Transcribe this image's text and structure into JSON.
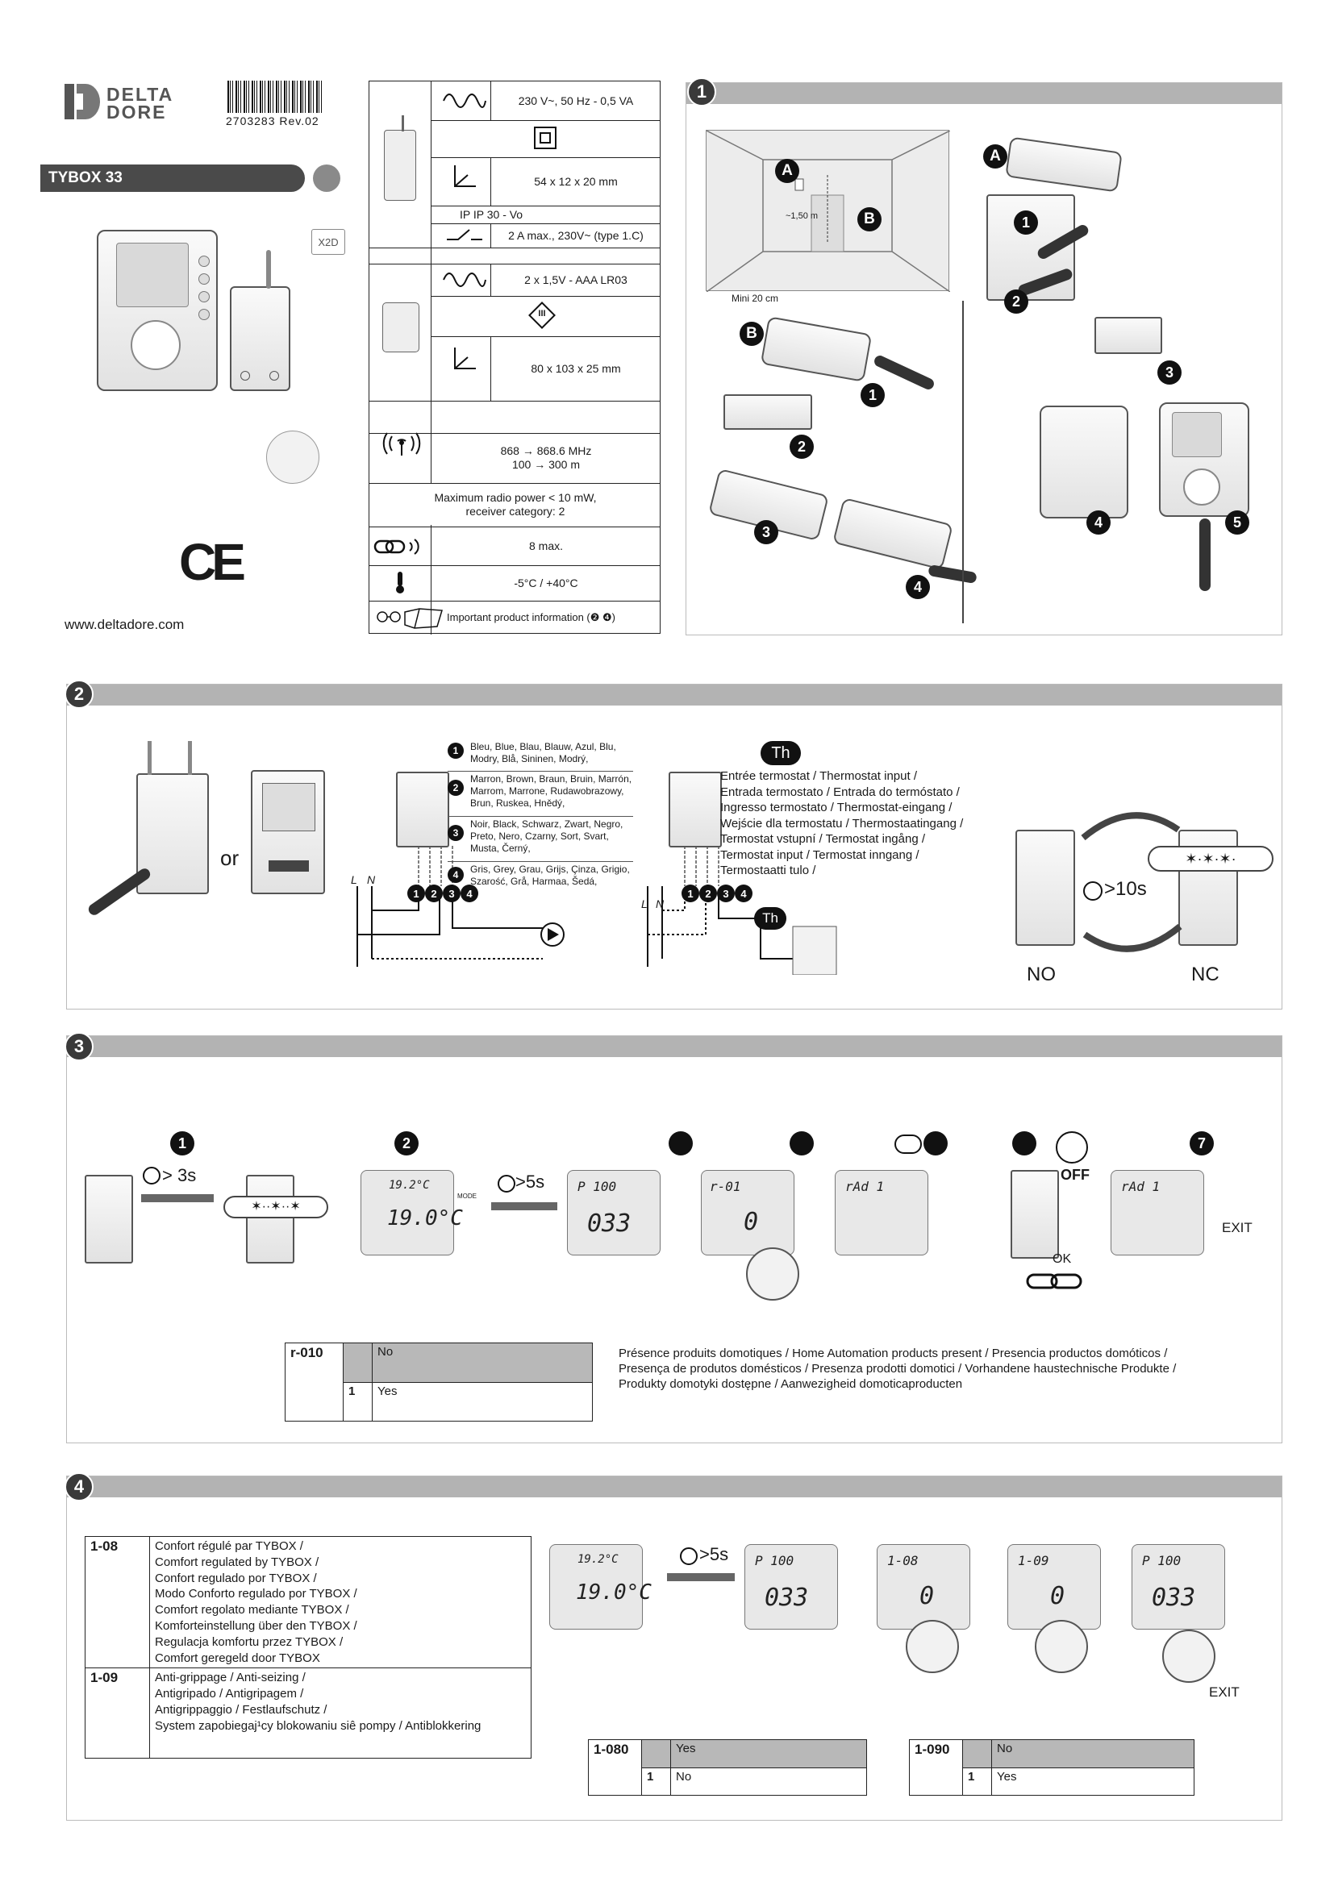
{
  "header": {
    "brand_line1": "DELTA",
    "brand_line2": "DORE",
    "barcode_text": "2703283 Rev.02",
    "product_title": "TYBOX 33",
    "x2d_label": "X2D",
    "ce_mark": "CE",
    "website": "www.deltadore.com"
  },
  "spec_table": {
    "receiver_power": "230 V~, 50 Hz - 0,5 VA",
    "receiver_dimensions": "54 x 12 x 20 mm",
    "receiver_ip": "IP IP 30 - Vo",
    "receiver_contact": "2 A max., 230V~ (type 1.C)",
    "thermostat_power": "2 x 1,5V - AAA LR03",
    "thermostat_class": "III",
    "thermostat_dimensions": "80 x 103 x 25 mm",
    "frequency": "868 → 868.6 MHz\n100 → 300 m",
    "radio_power": "Maximum radio power < 10 mW,\nreceiver category: 2",
    "associations": "8 max.",
    "temperature_range": "-5°C / +40°C",
    "important_info": "Important product information (❷ ❹)"
  },
  "section1": {
    "number": "1",
    "height_label": "~1,50 m",
    "min_distance": "Mini 20 cm",
    "label_a": "A",
    "label_b": "B",
    "steps": [
      "1",
      "2",
      "3",
      "4",
      "5"
    ]
  },
  "section2": {
    "number": "2",
    "or_label": "or",
    "wire_colors": [
      {
        "num": "1",
        "text": "Bleu, Blue, Blau, Blauw, Azul, Blu,\nModry, Blå, Sininen, Modrý,"
      },
      {
        "num": "2",
        "text": "Marron, Brown, Braun, Bruin, Marrón,\nMarrom, Marrone, Rudawobrazowy,\nBrun, Ruskea, Hnědý,"
      },
      {
        "num": "3",
        "text": "Noir, Black, Schwarz, Zwart, Negro,\nPreto, Nero, Czarny, Sort, Svart,\nMusta, Černý,"
      },
      {
        "num": "4",
        "text": "Gris, Grey, Grau, Grijs, Çinza, Grigio,\nSzarość, Grå, Harmaa, Šedá,"
      }
    ],
    "terminal_labels": [
      "1",
      "2",
      "3",
      "4"
    ],
    "line_l": "L",
    "line_n": "N",
    "th_label": "Th",
    "th_text": "Entrée termostat / Thermostat input /\nEntrada termostato / Entrada do termóstato /\nIngresso termostato / Thermostat-eingang /\nWejście dla termostatu / Thermostaatingang /\nTermostat vstupní / Termostat ingång /\nTermostat input / Termostat inngang /\nTermostaatti tulo /",
    "timer_label": ">10s",
    "no_label": "NO",
    "nc_label": "NC"
  },
  "section3": {
    "number": "3",
    "step1": "1",
    "step1_timer": "> 3s",
    "step2": "2",
    "step2_timer": ">5s",
    "lcd_temp_small": "19.2°C",
    "lcd_temp_big": "19.0°C",
    "lcd_p100": "P 100",
    "lcd_033": "033",
    "lcd_r01": "r-01",
    "lcd_rad": "rAd 1",
    "lcd_rad2": "rAd 1",
    "lcd_zero": "0",
    "mode_label": "MODE",
    "ok_label": "OK",
    "off_label": "OFF",
    "exit_label": "EXIT",
    "step7": "7",
    "table": {
      "code": "r-010",
      "row1_value": "",
      "row1_text": "No",
      "row2_value": "1",
      "row2_text": "Yes"
    },
    "presence_text": "Présence produits domotiques / Home Automation products present / Presencia productos domóticos /\nPresença de produtos domésticos / Presenza prodotti domotici / Vorhandene haustechnische Produkte /\nProdukty domotyki dostępne / Aanwezigheid domoticaproducten"
  },
  "section4": {
    "number": "4",
    "params": [
      {
        "code": "1-08",
        "text": "Confort régulé par TYBOX /\nComfort regulated by TYBOX /\nConfort regulado por TYBOX /\nModo Conforto regulado por TYBOX /\nComfort regolato mediante TYBOX /\nKomforteinstellung über den TYBOX /\nRegulacja komfortu przez TYBOX /\nComfort geregeld door TYBOX"
      },
      {
        "code": "1-09",
        "text": "Anti-grippage / Anti-seizing /\nAntigripado / Antigripagem /\nAntigrippaggio / Festlaufschutz /\nSystem zapobiegaj¹cy blokowaniu siê pompy / Antiblokkering"
      }
    ],
    "timer": ">5s",
    "lcd_temp_small": "19.2°C",
    "lcd_temp_big": "19.0°C",
    "lcd_p100": "P 100",
    "lcd_033": "033",
    "lcd_108": "1-08",
    "lcd_109": "1-09",
    "lcd_zero": "0",
    "exit_label": "EXIT",
    "table_108": {
      "code": "1-080",
      "row1_value": "",
      "row1_text": "Yes",
      "row2_value": "1",
      "row2_text": "No"
    },
    "table_109": {
      "code": "1-090",
      "row1_value": "",
      "row1_text": "No",
      "row2_value": "1",
      "row2_text": "Yes"
    }
  },
  "colors": {
    "section_bar": "#b3b3b3",
    "badge": "#3a3a3a",
    "table_shade": "#b8b8b8"
  }
}
